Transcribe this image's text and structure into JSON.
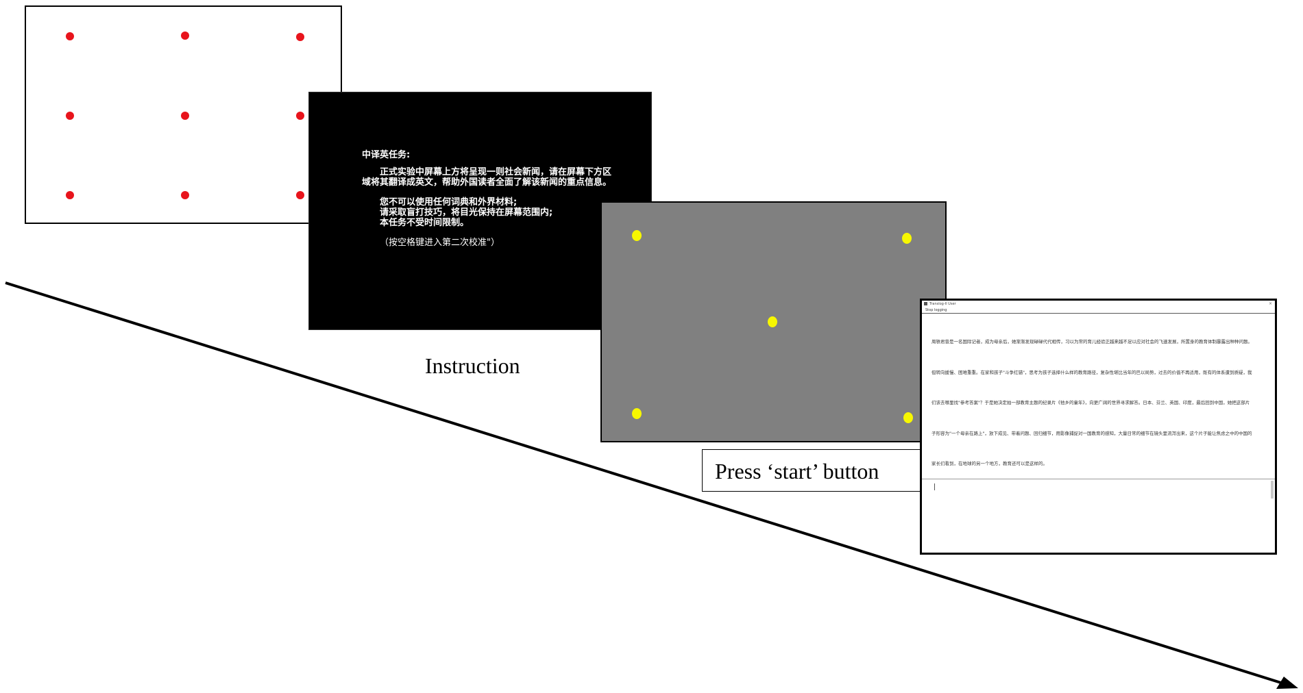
{
  "diagram": {
    "timeline": {
      "arrow_direction": "down-right"
    },
    "calibration_screen": {
      "dot_color": "#e8141c",
      "background": "#ffffff",
      "dot_count": 9
    },
    "instruction_screen": {
      "background": "#000000",
      "text_color": "#ffffff",
      "heading": "中译英任务:",
      "body": "正式实验中屏幕上方将呈现一则社会新闻，请在屏幕下方区域将其翻译成英文，帮助外国读者全面了解该新闻的重点信息。",
      "rules": [
        "您不可以使用任何词典和外界材料;",
        "请采取盲打技巧，将目光保持在屏幕范围内;",
        "本任务不受时间限制。"
      ],
      "hint": "（按空格键进入第二次校准\"）",
      "caption": "Instruction"
    },
    "validation_screen": {
      "background": "#808080",
      "dot_color": "#f7f700",
      "dot_count": 5,
      "caption": "Press ‘start’ button"
    },
    "translation_window": {
      "title": "Translog-II User",
      "menu": "Stop logging",
      "close_glyph": "×",
      "source_lines": [
        "周轶君曾是一名国际记者，成为母亲后，她渐渐发现碌碌代代相传，习以为常的育儿经验正越来越不足以应对社会的飞速发展，所置身的教育体制暴露出种种问题。",
        "但转向援慢、困难重重。在家和孩子\"斗争红锚\"，思考为孩子选择什么样的教育路径，复杂性堪比当年的巴以局势，过去的价值不再适用，既有的体系遭到质疑，我",
        "们该去哪里找\"参考答案\"？于是她决定拍一部教育主题的纪录片《他乡的童年》，向更广阔的世界寻求解答。日本、芬兰、英国、印度，最后回到中国，她把这部片",
        "子形容为\"一个母亲在路上\"，放下成见、带着问题、回归细节，用影像捕捉对一国教育的感知，大量日常的细节在镜头里流泻出来，这个片子能让焦虑之中的中国的",
        "家长们看到，在地球的另一个地方，教育还可以是这样的。"
      ]
    }
  }
}
